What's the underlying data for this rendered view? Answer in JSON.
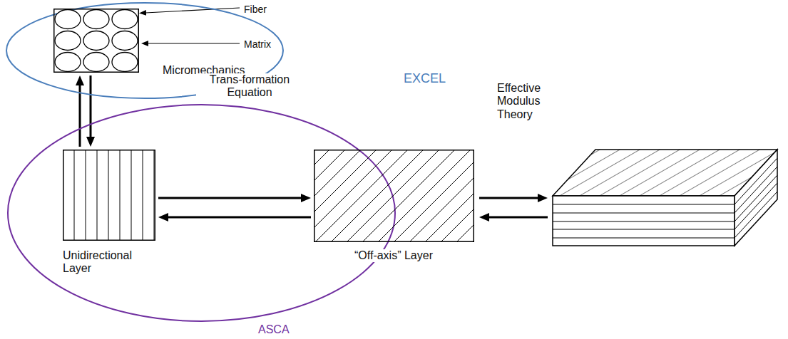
{
  "diagram": {
    "nodes": [
      {
        "text": [
          "EXCEL"
        ]
      },
      {
        "text": [
          "Micromechanics"
        ],
        "in": 0
      },
      {
        "text": [
          "ASCA"
        ]
      },
      {
        "text": [
          "Unidirectional Layer"
        ],
        "in": 2
      },
      {
        "text": [
          "“Off-axis” Layer"
        ],
        "in": 2
      }
    ],
    "edges": [
      {
        "from": 1,
        "to": 3,
        "arrow": "to"
      },
      {
        "from": 3,
        "to": 1,
        "arrow": "to"
      },
      {
        "from": 3,
        "to": 4,
        "arrow": "to",
        "label": "Trans-formation Equation"
      },
      {
        "from": 4,
        "to": 3,
        "arrow": "to"
      }
    ],
    "labels": [
      "Fiber",
      "Matrix",
      "Effective Modulus Theory"
    ]
  }
}
